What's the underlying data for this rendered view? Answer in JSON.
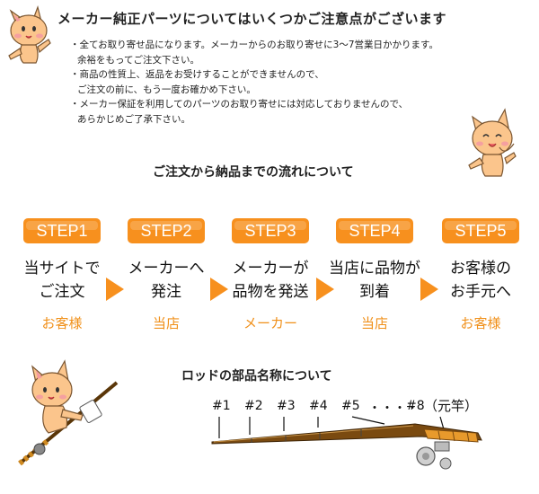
{
  "notices": {
    "title": "メーカー純正パーツについてはいくつかご注意点がございます",
    "lines": [
      "・全てお取り寄せ品になります。メーカーからのお取り寄せに3～7営業日かかります。",
      "余裕をもってご注文下さい。",
      "・商品の性質上、返品をお受けすることができませんので、",
      "ご注文の前に、もう一度お確かめ下さい。",
      "・メーカー保証を利用してのパーツのお取り寄せには対応しておりませんので、",
      "あらかじめご了承下さい。"
    ]
  },
  "flow": {
    "title": "ご注文から納品までの流れについて",
    "steps": [
      {
        "label": "STEP1",
        "line1": "当サイトで",
        "line2": "ご注文",
        "actor": "お客様"
      },
      {
        "label": "STEP2",
        "line1": "メーカーへ",
        "line2": "発注",
        "actor": "当店"
      },
      {
        "label": "STEP3",
        "line1": "メーカーが",
        "line2": "品物を発送",
        "actor": "メーカー"
      },
      {
        "label": "STEP4",
        "line1": "当店に品物が",
        "line2": "到着",
        "actor": "当店"
      },
      {
        "label": "STEP5",
        "line1": "お客様の",
        "line2": "お手元へ",
        "actor": "お客様"
      }
    ]
  },
  "rod": {
    "title": "ロッドの部品名称について",
    "parts": [
      "#1",
      "#2",
      "#3",
      "#4",
      "#5",
      "・・・・",
      "#8",
      "（元竿）"
    ]
  },
  "colors": {
    "accent": "#f7901e",
    "actor_text": "#f0901a",
    "cat_body": "#fbc58c",
    "rod_brown": "#7a4a10"
  },
  "icons": [
    "cat-mascot-waving-icon",
    "cat-mascot-smiling-icon",
    "cat-mascot-fishing-icon",
    "fishing-rod-icon"
  ]
}
